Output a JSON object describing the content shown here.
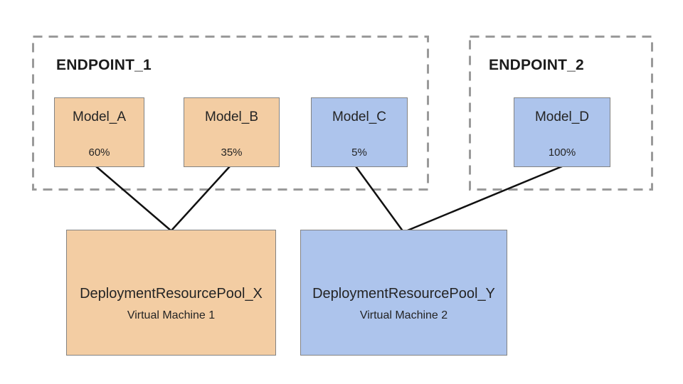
{
  "diagram": {
    "endpoints": [
      {
        "label": "ENDPOINT_1",
        "models": [
          {
            "name": "Model_A",
            "traffic_split": "60%",
            "color": "orange"
          },
          {
            "name": "Model_B",
            "traffic_split": "35%",
            "color": "orange"
          },
          {
            "name": "Model_C",
            "traffic_split": "5%",
            "color": "blue"
          }
        ]
      },
      {
        "label": "ENDPOINT_2",
        "models": [
          {
            "name": "Model_D",
            "traffic_split": "100%",
            "color": "blue"
          }
        ]
      }
    ],
    "pools": [
      {
        "name": "DeploymentResourcePool_X",
        "machine": "Virtual Machine 1",
        "color": "orange"
      },
      {
        "name": "DeploymentResourcePool_Y",
        "machine": "Virtual Machine 2",
        "color": "blue"
      }
    ],
    "connections": [
      {
        "from": "Model_A",
        "to": "DeploymentResourcePool_X"
      },
      {
        "from": "Model_B",
        "to": "DeploymentResourcePool_X"
      },
      {
        "from": "Model_C",
        "to": "DeploymentResourcePool_Y"
      },
      {
        "from": "Model_D",
        "to": "DeploymentResourcePool_Y"
      }
    ],
    "colors": {
      "orange_fill": "#f3cda3",
      "blue_fill": "#adc4ec",
      "box_border": "#838383",
      "dashed_border": "#9a9a9a",
      "connector": "#111111",
      "text": "#242424"
    }
  }
}
